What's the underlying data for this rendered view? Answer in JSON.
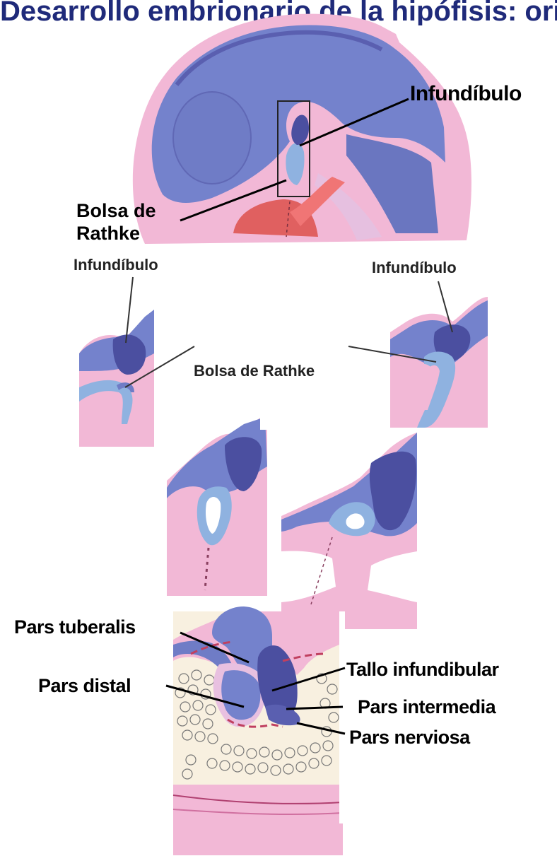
{
  "header": {
    "title": "Desarrollo embrionario de la hipófisis: origen de la adenohipófisis"
  },
  "labels": {
    "infundibulo_top": "Infundíbulo",
    "bolsa_rathke_top": "Bolsa de Rathke",
    "infundibulo_left": "Infundíbulo",
    "infundibulo_right": "Infundíbulo",
    "bolsa_rathke_mid": "Bolsa de Rathke",
    "pars_tuberalis": "Pars tuberalis",
    "tallo_infundibular": "Tallo infundibular",
    "pars_distal": "Pars distal",
    "pars_intermedia": "Pars intermedia",
    "pars_nerviosa": "Pars nerviosa"
  },
  "colors": {
    "title_text": "#1f2a7a",
    "tissue_pink": "#f2b8d6",
    "neural_blue": "#7482cc",
    "dark_purple": "#4b4fa0",
    "light_blue": "#8fb2e0",
    "red": "#e06060",
    "cream": "#f8f0e0"
  }
}
